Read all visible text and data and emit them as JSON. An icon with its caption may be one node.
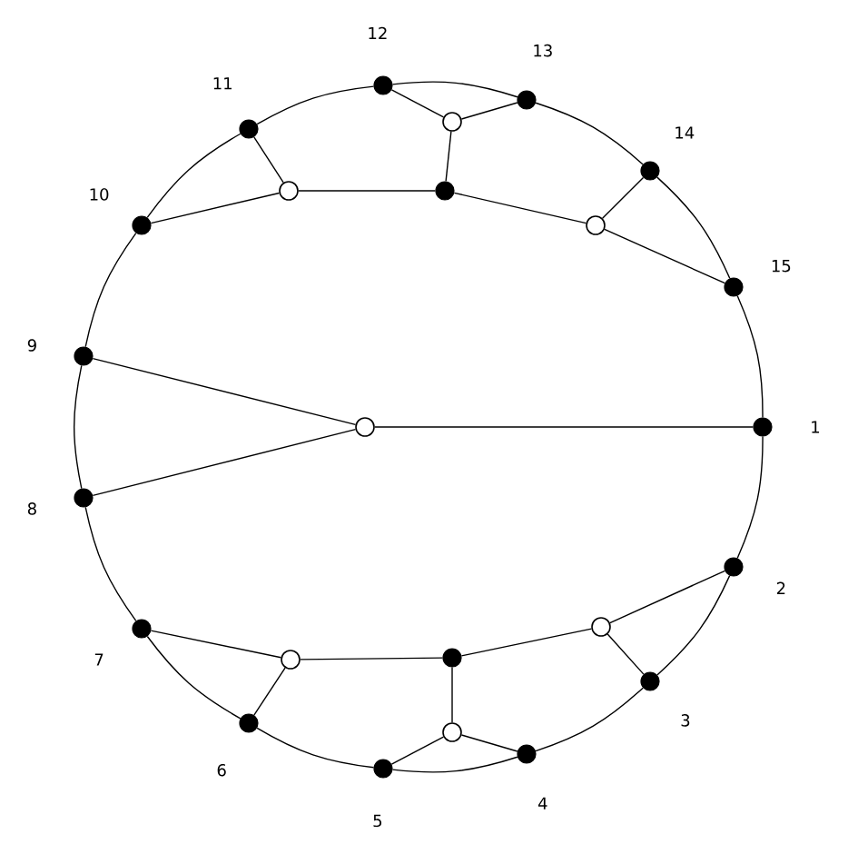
{
  "diagram": {
    "nodes": [
      {
        "text": [],
        "shape": "dot",
        "beside": [
          "1"
        ]
      },
      {
        "text": [],
        "shape": "dot",
        "beside": [
          "2"
        ]
      },
      {
        "text": [],
        "shape": "dot",
        "beside": [
          "3"
        ]
      },
      {
        "text": [],
        "shape": "dot",
        "beside": [
          "4"
        ]
      },
      {
        "text": [],
        "shape": "dot",
        "beside": [
          "5"
        ]
      },
      {
        "text": [],
        "shape": "dot",
        "beside": [
          "6"
        ]
      },
      {
        "text": [],
        "shape": "dot",
        "beside": [
          "7"
        ]
      },
      {
        "text": [],
        "shape": "dot",
        "beside": [
          "8"
        ]
      },
      {
        "text": [],
        "shape": "dot",
        "beside": [
          "9"
        ]
      },
      {
        "text": [],
        "shape": "dot",
        "beside": [
          "10"
        ]
      },
      {
        "text": [],
        "shape": "dot",
        "beside": [
          "11"
        ]
      },
      {
        "text": [],
        "shape": "dot",
        "beside": [
          "12"
        ]
      },
      {
        "text": [],
        "shape": "dot",
        "beside": [
          "13"
        ]
      },
      {
        "text": [],
        "shape": "dot",
        "beside": [
          "14"
        ]
      },
      {
        "text": [],
        "shape": "dot",
        "beside": [
          "15"
        ]
      },
      {
        "text": [],
        "shape": "circle"
      },
      {
        "text": [],
        "shape": "circle"
      },
      {
        "text": [],
        "shape": "dot"
      },
      {
        "text": [],
        "shape": "circle"
      },
      {
        "text": [],
        "shape": "circle"
      },
      {
        "text": [],
        "shape": "circle"
      },
      {
        "text": [],
        "shape": "dot"
      },
      {
        "text": [],
        "shape": "circle"
      },
      {
        "text": [],
        "shape": "circle"
      }
    ],
    "edges": [
      {
        "from": 0,
        "to": 1,
        "arrow": "none"
      },
      {
        "from": 1,
        "to": 2,
        "arrow": "none"
      },
      {
        "from": 2,
        "to": 3,
        "arrow": "none"
      },
      {
        "from": 3,
        "to": 4,
        "arrow": "none"
      },
      {
        "from": 4,
        "to": 5,
        "arrow": "none"
      },
      {
        "from": 5,
        "to": 6,
        "arrow": "none"
      },
      {
        "from": 6,
        "to": 7,
        "arrow": "none"
      },
      {
        "from": 7,
        "to": 8,
        "arrow": "none"
      },
      {
        "from": 8,
        "to": 9,
        "arrow": "none"
      },
      {
        "from": 9,
        "to": 10,
        "arrow": "none"
      },
      {
        "from": 10,
        "to": 11,
        "arrow": "none"
      },
      {
        "from": 11,
        "to": 12,
        "arrow": "none"
      },
      {
        "from": 12,
        "to": 13,
        "arrow": "none"
      },
      {
        "from": 13,
        "to": 14,
        "arrow": "none"
      },
      {
        "from": 14,
        "to": 0,
        "arrow": "none"
      },
      {
        "from": 19,
        "to": 0,
        "arrow": "none"
      },
      {
        "from": 19,
        "to": 7,
        "arrow": "none"
      },
      {
        "from": 19,
        "to": 8,
        "arrow": "none"
      },
      {
        "from": 16,
        "to": 9,
        "arrow": "none"
      },
      {
        "from": 16,
        "to": 10,
        "arrow": "none"
      },
      {
        "from": 16,
        "to": 17,
        "arrow": "none"
      },
      {
        "from": 15,
        "to": 11,
        "arrow": "none"
      },
      {
        "from": 15,
        "to": 12,
        "arrow": "none"
      },
      {
        "from": 15,
        "to": 17,
        "arrow": "none"
      },
      {
        "from": 18,
        "to": 13,
        "arrow": "none"
      },
      {
        "from": 18,
        "to": 14,
        "arrow": "none"
      },
      {
        "from": 18,
        "to": 17,
        "arrow": "none"
      },
      {
        "from": 22,
        "to": 6,
        "arrow": "none"
      },
      {
        "from": 22,
        "to": 5,
        "arrow": "none"
      },
      {
        "from": 22,
        "to": 21,
        "arrow": "none"
      },
      {
        "from": 23,
        "to": 4,
        "arrow": "none"
      },
      {
        "from": 23,
        "to": 3,
        "arrow": "none"
      },
      {
        "from": 23,
        "to": 21,
        "arrow": "none"
      },
      {
        "from": 20,
        "to": 1,
        "arrow": "none"
      },
      {
        "from": 20,
        "to": 2,
        "arrow": "none"
      },
      {
        "from": 20,
        "to": 21,
        "arrow": "none"
      }
    ]
  }
}
